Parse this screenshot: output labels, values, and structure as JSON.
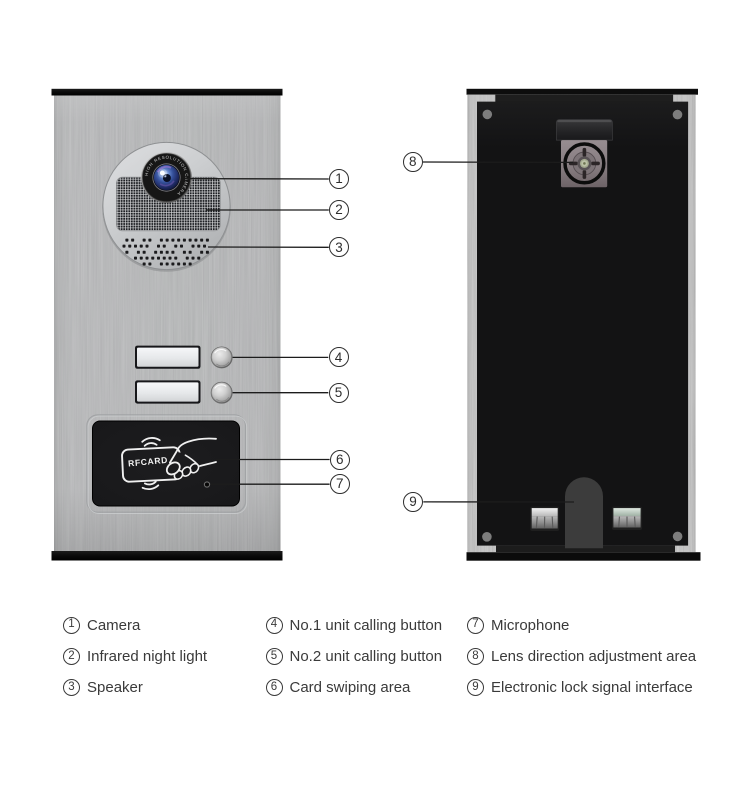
{
  "figure": {
    "description": "Video door phone outdoor station diagram, front and rear views with numbered callouts",
    "views": {
      "front": "front panel view",
      "rear": "rear panel view"
    }
  },
  "front_panel": {
    "lens_ring_text": "HIGH RESOLUTION CAMERA",
    "rfcard_label": "RFCARD"
  },
  "callouts": [
    {
      "num": "1"
    },
    {
      "num": "2"
    },
    {
      "num": "3"
    },
    {
      "num": "4"
    },
    {
      "num": "5"
    },
    {
      "num": "6"
    },
    {
      "num": "7"
    },
    {
      "num": "8"
    },
    {
      "num": "9"
    }
  ],
  "legend": {
    "columns": [
      {
        "items": [
          {
            "num": "1",
            "text": "Camera"
          },
          {
            "num": "2",
            "text": "Infrared night light"
          },
          {
            "num": "3",
            "text": "Speaker"
          }
        ]
      },
      {
        "items": [
          {
            "num": "4",
            "text": "No.1 unit calling button"
          },
          {
            "num": "5",
            "text": "No.2 unit calling button"
          },
          {
            "num": "6",
            "text": "Card swiping area"
          }
        ]
      },
      {
        "items": [
          {
            "num": "7",
            "text": "Microphone"
          },
          {
            "num": "8",
            "text": "Lens direction adjustment area"
          },
          {
            "num": "9",
            "text": "Electronic lock signal interface"
          }
        ]
      }
    ]
  },
  "colors": {
    "steel": "#b2b4b6",
    "panel_black": "#121212",
    "line": "#1c1c1c",
    "text": "#3a3a3a"
  }
}
